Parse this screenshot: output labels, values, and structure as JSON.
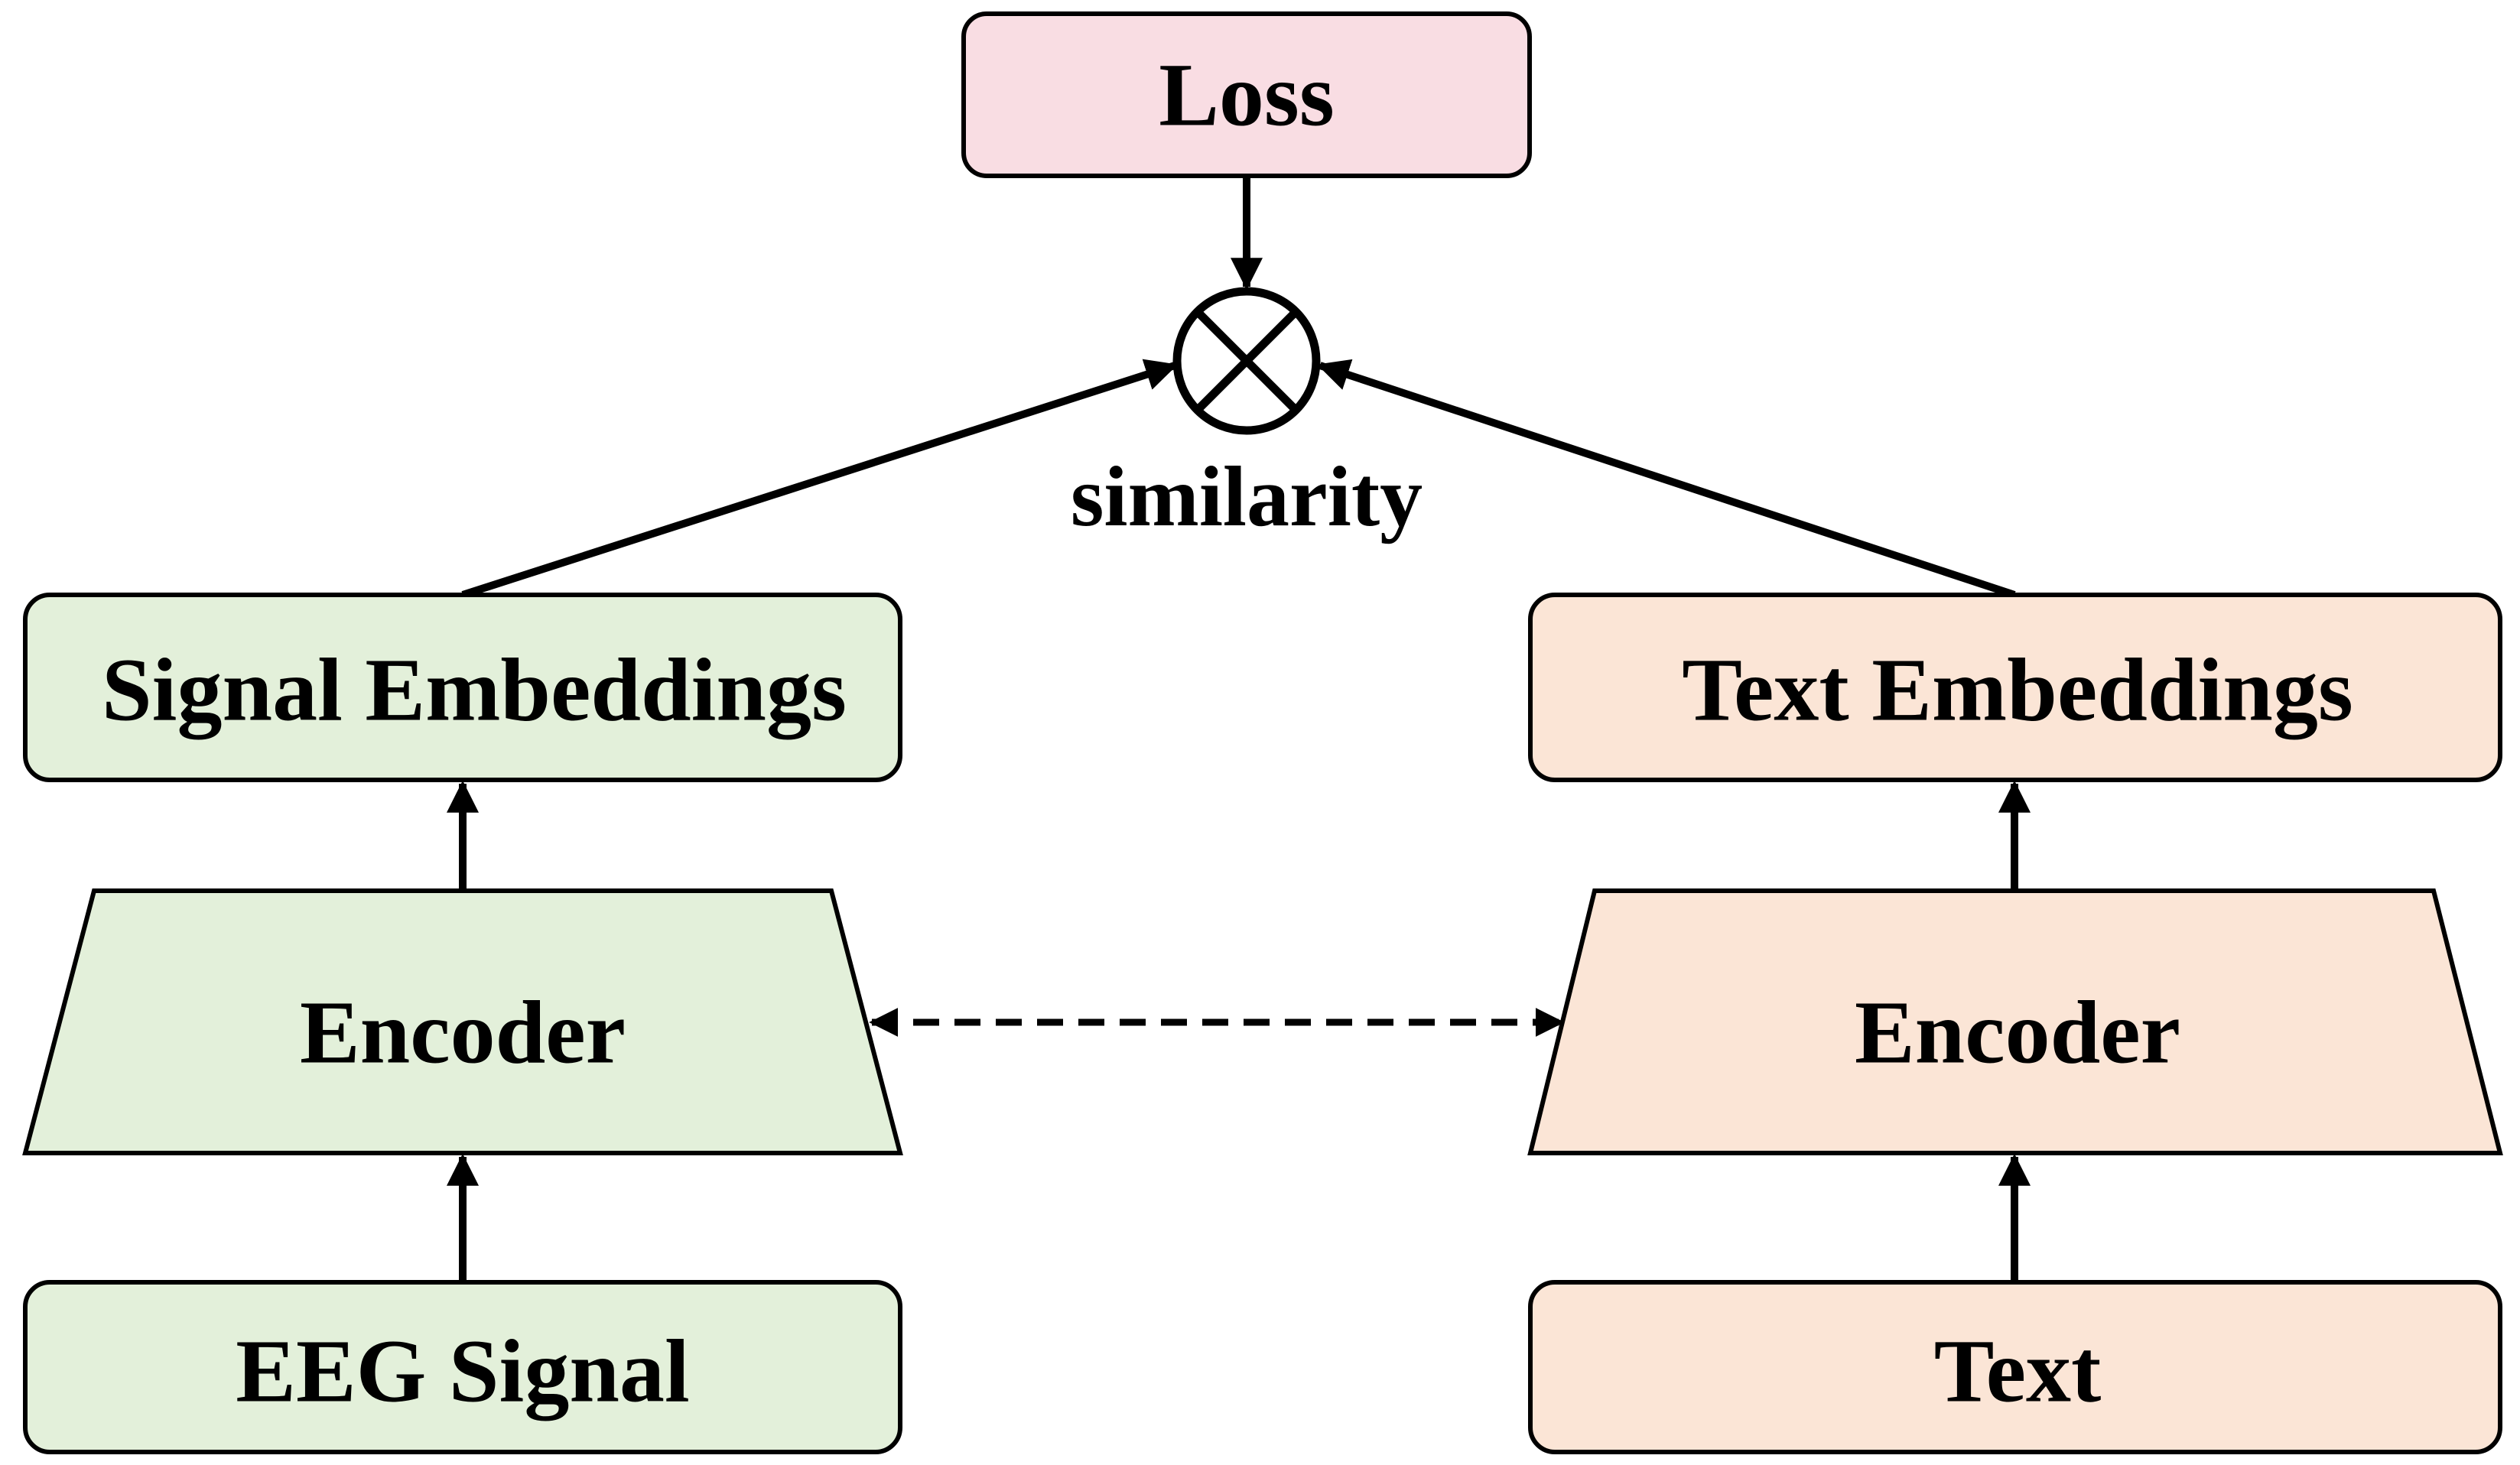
{
  "diagram": {
    "loss": {
      "label": "Loss",
      "fill": "#f9dde3"
    },
    "combiner": {
      "label": "similarity",
      "symbol": "circled-times"
    },
    "left": {
      "embeddings_label": "Signal Embeddings",
      "encoder_label": "Encoder",
      "input_label": "EEG Signal",
      "fill": "#e3f0da"
    },
    "right": {
      "embeddings_label": "Text Embeddings",
      "encoder_label": "Encoder",
      "input_label": "Text",
      "fill": "#fbe5d6"
    },
    "link_style": "dashed-bidirectional"
  }
}
